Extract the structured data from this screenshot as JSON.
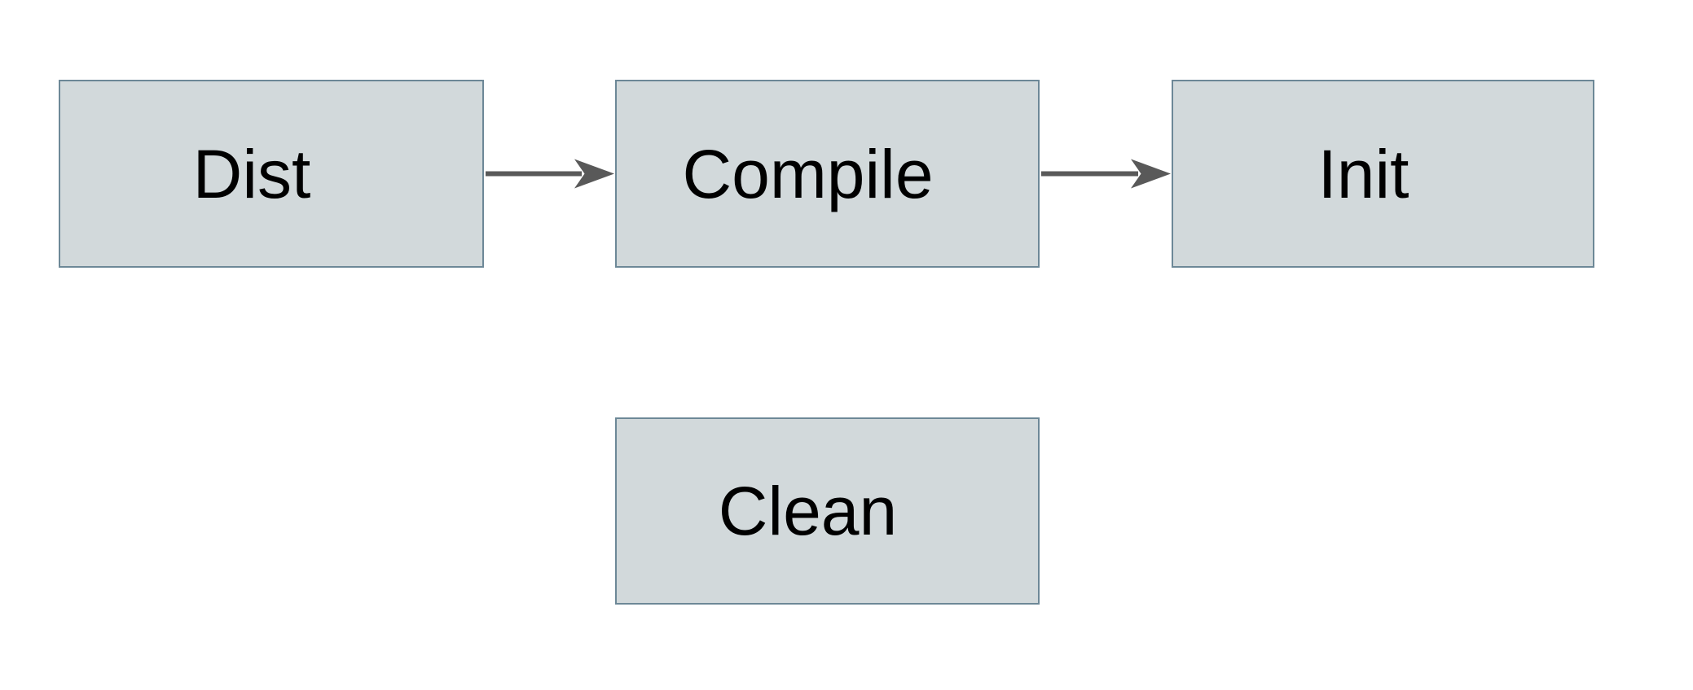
{
  "diagram": {
    "background_color": "#ffffff",
    "colors": {
      "node_fill": "#d2d9db",
      "node_border": "#6d8897",
      "arrow": "#595959",
      "label_text": "#000000"
    },
    "nodes": [
      {
        "id": "dist",
        "label": "Dist"
      },
      {
        "id": "compile",
        "label": "Compile"
      },
      {
        "id": "init",
        "label": "Init"
      },
      {
        "id": "clean",
        "label": "Clean"
      }
    ],
    "edges": [
      {
        "from": "Dist",
        "to": "Compile"
      },
      {
        "from": "Compile",
        "to": "Init"
      }
    ]
  }
}
